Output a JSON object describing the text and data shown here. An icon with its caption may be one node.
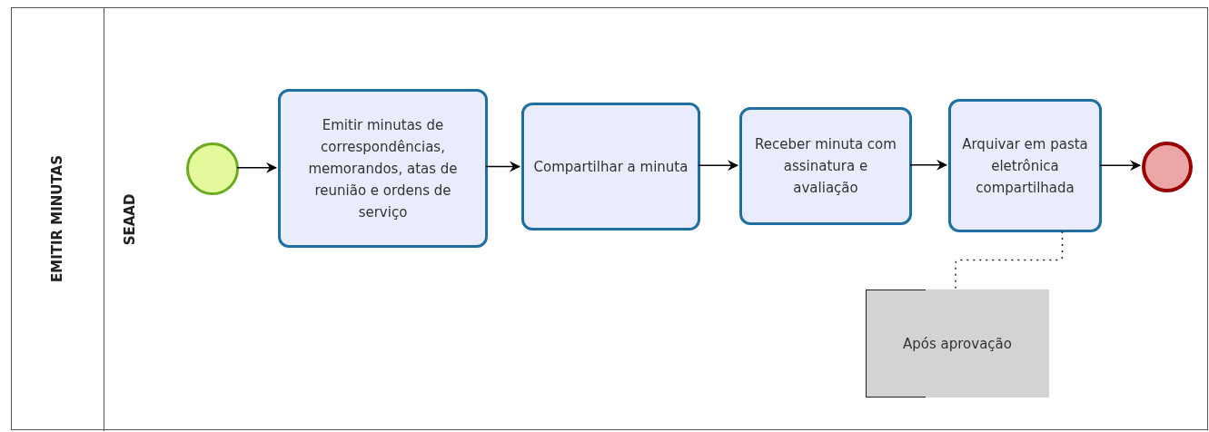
{
  "diagram": {
    "nodes": [
      {
        "text": [
          "EMITIR MINUTAS"
        ]
      },
      {
        "text": [
          "SEAAD"
        ],
        "in": 0
      },
      {
        "text": [],
        "shape": "circle",
        "in": 1
      },
      {
        "text": [
          "Emitir minutas de correspondências, memorandos, atas de reunião e ordens de serviço"
        ],
        "in": 1
      },
      {
        "text": [
          "Compartilhar a minuta"
        ],
        "in": 1
      },
      {
        "text": [
          "Receber minuta com assinatura e avaliação"
        ],
        "in": 1
      },
      {
        "text": [
          "Arquivar em pasta eletrônica compartilhada"
        ],
        "in": 1
      },
      {
        "text": [],
        "shape": "circle",
        "in": 1
      },
      {
        "text": [
          "Após aprovação"
        ],
        "in": 1
      }
    ],
    "edges": [
      {
        "from": 2,
        "to": 3,
        "arrow": "to"
      },
      {
        "from": 3,
        "to": 4,
        "arrow": "to"
      },
      {
        "from": 4,
        "to": 5,
        "arrow": "to"
      },
      {
        "from": 5,
        "to": 6,
        "arrow": "to"
      },
      {
        "from": 6,
        "to": 7,
        "arrow": "to"
      },
      {
        "from": 6,
        "to": 8,
        "arrow": "none",
        "style": "dashed"
      }
    ]
  }
}
